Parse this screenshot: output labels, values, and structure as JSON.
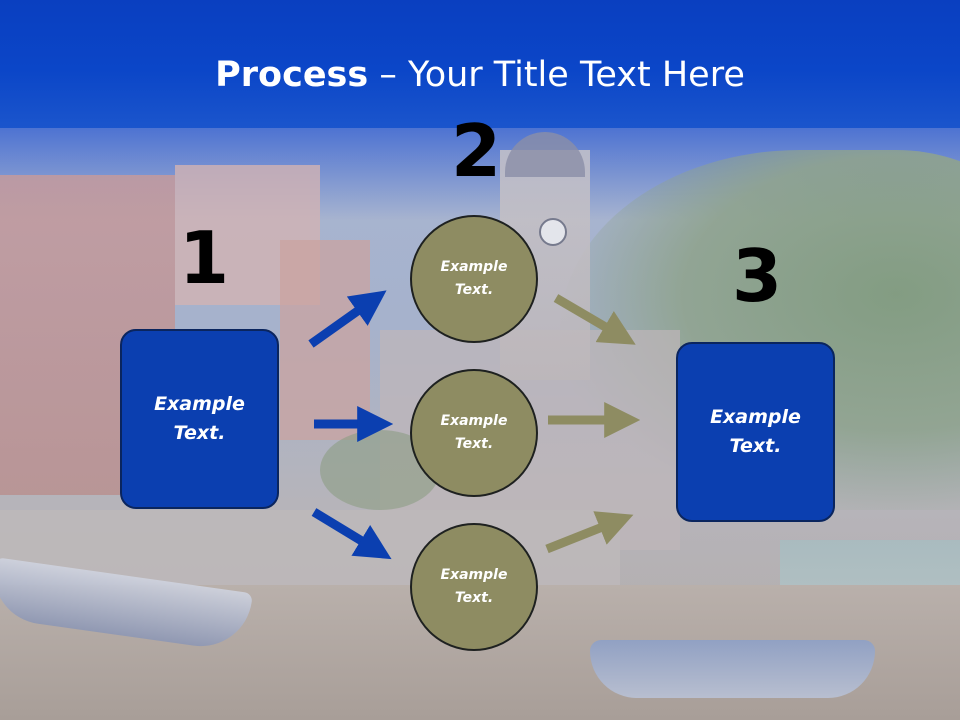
{
  "title": {
    "bold": "Process",
    "rest": " – Your Title Text Here"
  },
  "steps": {
    "one": "1",
    "two": "2",
    "three": "3"
  },
  "left_box": {
    "text": "Example Text."
  },
  "right_box": {
    "text": "Example Text."
  },
  "circles": [
    {
      "text": "Example Text."
    },
    {
      "text": "Example Text."
    },
    {
      "text": "Example Text."
    }
  ],
  "colors": {
    "title_band": "#0b46c8",
    "box_fill": "#0b3fb0",
    "circle_fill": "#8e8c62",
    "blue_arrow": "#0b3fb0",
    "olive_arrow": "#8e8c62"
  }
}
